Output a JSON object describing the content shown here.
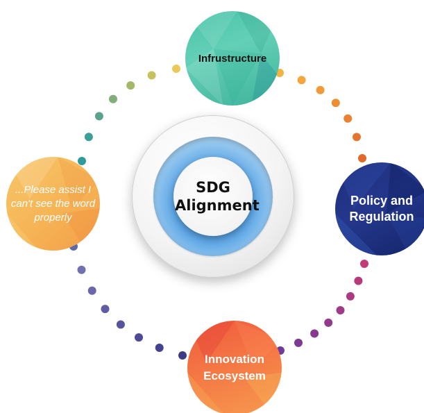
{
  "center": {
    "title": "SDG Alignment"
  },
  "nodes": {
    "top": {
      "label": "Infrustructure",
      "color": "#48c2a8"
    },
    "right": {
      "label": "Policy and Regulation",
      "color": "#1d2e7a"
    },
    "bottom": {
      "label": "Innovation Ecosystem",
      "color": "#f26a3f"
    },
    "left": {
      "label": "...Please assist I can't see the word properly",
      "color": "#f6b456"
    }
  },
  "connector_colors": {
    "top_left": [
      "#e8c95a",
      "#c6c25e",
      "#a3b869",
      "#7fae79",
      "#5aa48b",
      "#3c9e97",
      "#2e9a9c"
    ],
    "top_right": [
      "#f6b23e",
      "#f3a63b",
      "#f09a38",
      "#ed8e35",
      "#e98232",
      "#e5762f",
      "#e06a2c"
    ],
    "right_bottom": [
      "#c23a78",
      "#b73a7d",
      "#ab3a82",
      "#9f3a86",
      "#943a8b",
      "#883a8f",
      "#7c3a93",
      "#703a97"
    ],
    "bottom_left": [
      "#3d3a86",
      "#46428d",
      "#4f4a94",
      "#58539b",
      "#615ca2",
      "#6a66a9",
      "#7370b0",
      "#5d6ba8"
    ]
  }
}
